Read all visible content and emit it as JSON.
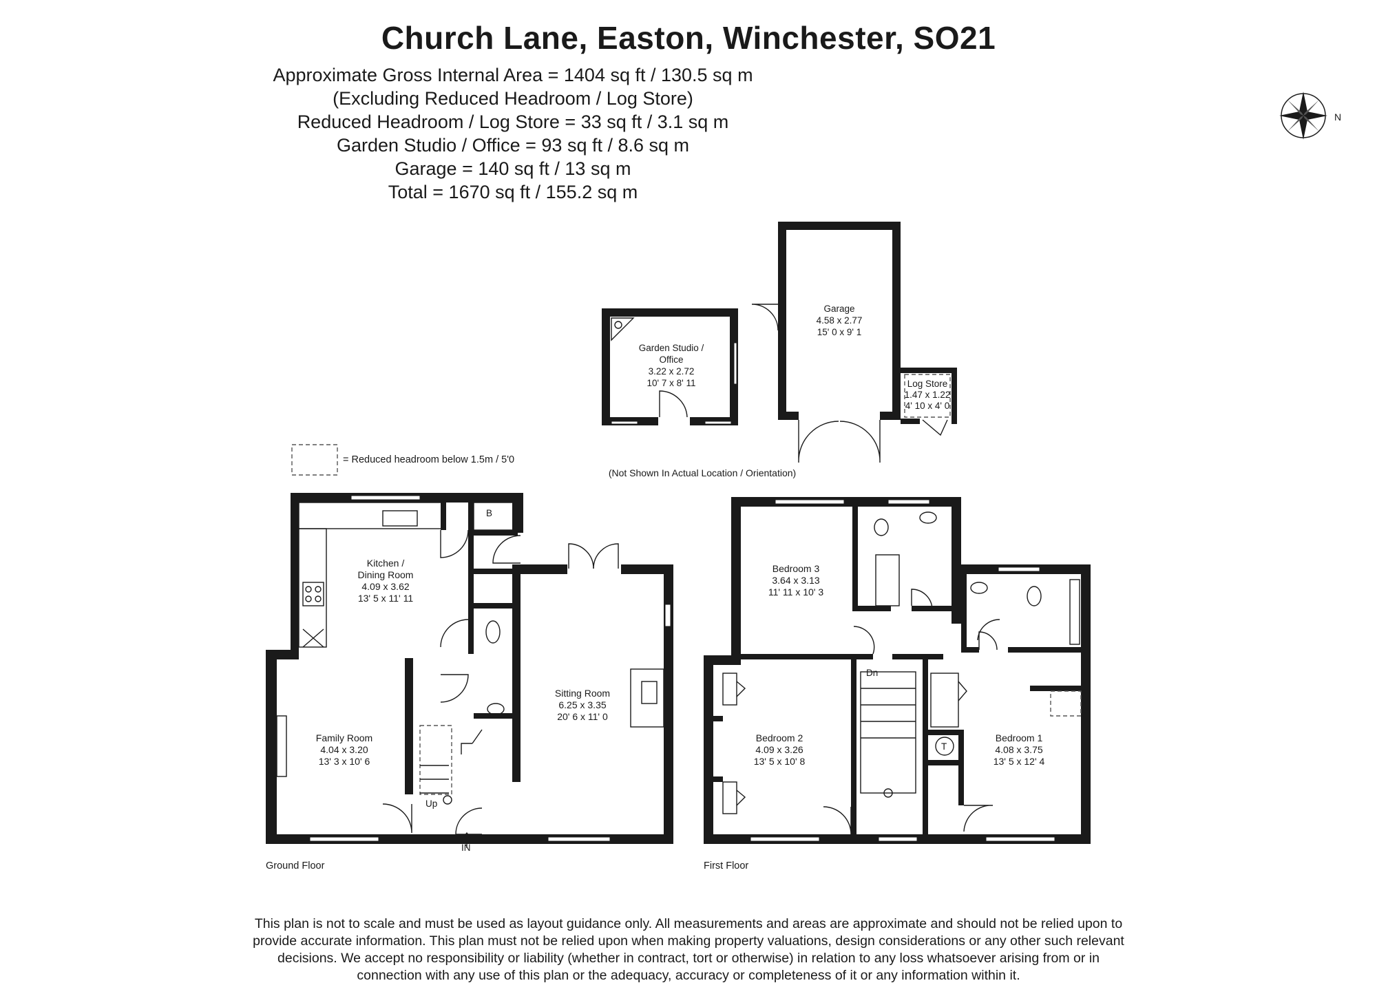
{
  "title": "Church Lane, Easton, Winchester, SO21",
  "areas": [
    "Approximate Gross Internal Area = 1404 sq ft / 130.5 sq m",
    "(Excluding Reduced Headroom / Log Store)",
    "Reduced Headroom / Log Store = 33 sq ft / 3.1 sq m",
    "Garden Studio / Office = 93 sq ft / 8.6 sq m",
    "Garage = 140 sq ft / 13 sq m",
    "Total = 1670 sq ft / 155.2 sq m"
  ],
  "compass": {
    "label": "N"
  },
  "legend": {
    "text": "= Reduced headroom below 1.5m / 5'0"
  },
  "outbuildings_note": "(Not Shown In Actual Location / Orientation)",
  "outbuildings": {
    "garden_studio": {
      "name1": "Garden Studio /",
      "name2": "Office",
      "metric": "3.22 x 2.72",
      "imperial": "10' 7 x 8' 11"
    },
    "garage": {
      "name": "Garage",
      "metric": "4.58 x 2.77",
      "imperial": "15' 0 x 9' 1"
    },
    "log_store": {
      "name": "Log Store",
      "metric": "1.47 x 1.22",
      "imperial": "4' 10 x 4' 0"
    }
  },
  "ground_floor": {
    "label": "Ground Floor",
    "kitchen": {
      "name1": "Kitchen /",
      "name2": "Dining Room",
      "metric": "4.09 x 3.62",
      "imperial": "13' 5 x 11' 11"
    },
    "family": {
      "name": "Family Room",
      "metric": "4.04 x 3.20",
      "imperial": "13' 3 x 10' 6"
    },
    "sitting": {
      "name": "Sitting Room",
      "metric": "6.25 x 3.35",
      "imperial": "20' 6 x 11' 0"
    },
    "boiler": "B",
    "stairs": "Up",
    "entrance": "IN"
  },
  "first_floor": {
    "label": "First Floor",
    "bedroom3": {
      "name": "Bedroom 3",
      "metric": "3.64 x 3.13",
      "imperial": "11' 11 x 10' 3"
    },
    "bedroom2": {
      "name": "Bedroom 2",
      "metric": "4.09 x 3.26",
      "imperial": "13' 5 x 10' 8"
    },
    "bedroom1": {
      "name": "Bedroom 1",
      "metric": "4.08 x 3.75",
      "imperial": "13' 5 x 12' 4"
    },
    "stairs": "Dn",
    "tank": "T"
  },
  "disclaimer": [
    "This plan is not to scale and must be used as layout guidance only. All measurements and areas are approximate and should not be relied upon to",
    "provide accurate information. This plan must not be relied upon when making property valuations, design considerations or any other such relevant",
    "decisions. We accept no responsibility or liability (whether in contract, tort or otherwise) in relation to any loss whatsoever arising from or in",
    "connection with any use of this plan or the adequacy, accuracy or completeness of it or any information within it."
  ]
}
